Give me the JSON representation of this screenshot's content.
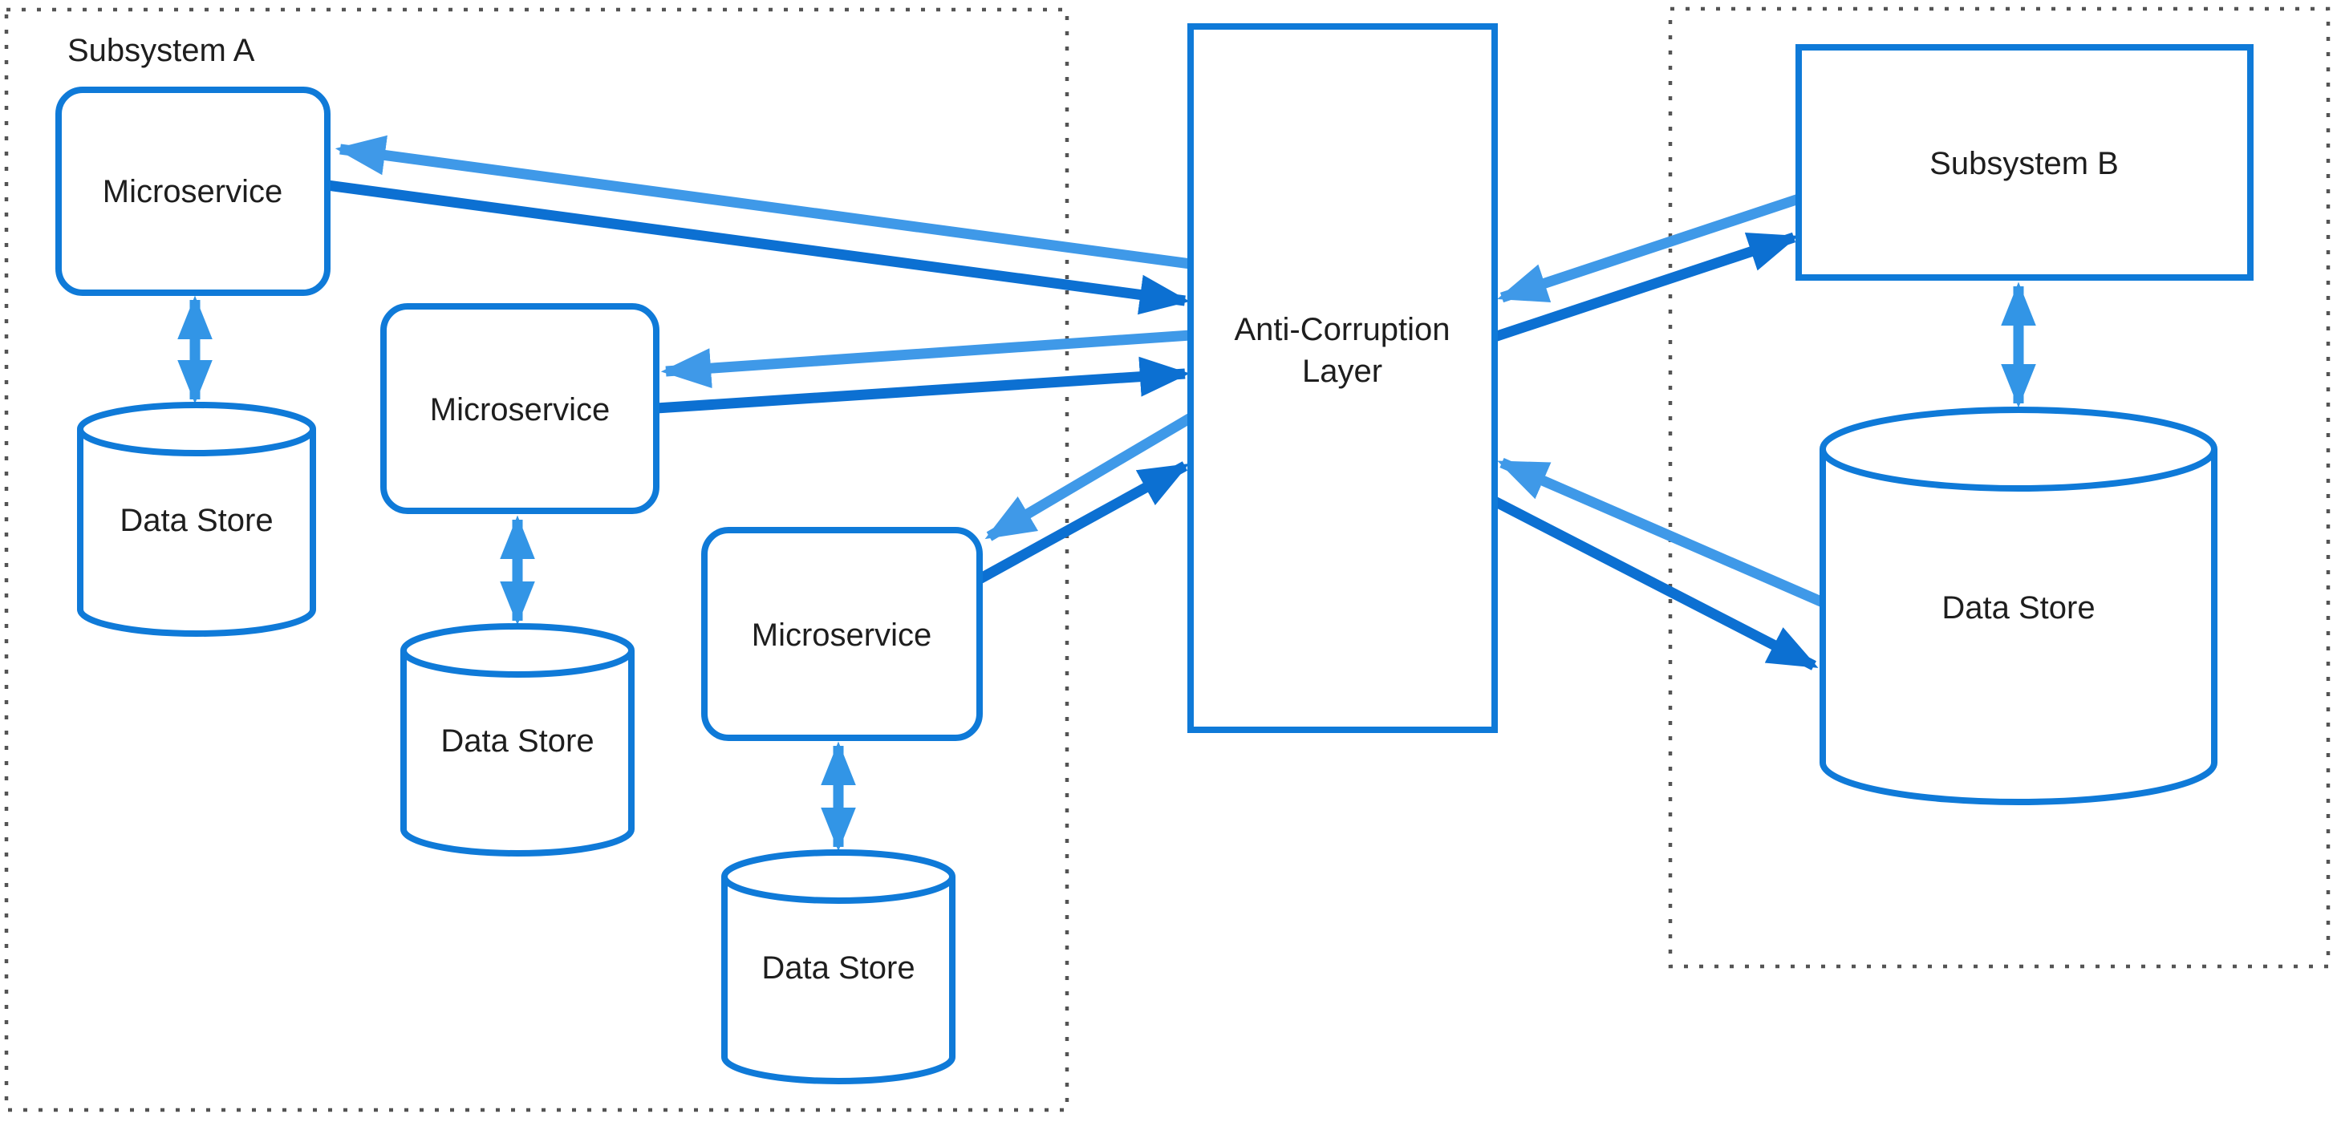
{
  "colors": {
    "shape_stroke": "#0f7ad8",
    "arrow_dark": "#0c70d2",
    "arrow_light": "#3f99e8",
    "arrow_vertical": "#3295e6",
    "container_dotted": "#545454",
    "text": "#1e1e1e",
    "background": "#ffffff"
  },
  "containers": {
    "subsystem_a": {
      "label": "Subsystem A"
    },
    "subsystem_b_boundary": {
      "label": ""
    }
  },
  "nodes": {
    "microservice_1": {
      "label": "Microservice"
    },
    "microservice_2": {
      "label": "Microservice"
    },
    "microservice_3": {
      "label": "Microservice"
    },
    "data_store_1": {
      "label": "Data Store"
    },
    "data_store_2": {
      "label": "Data Store"
    },
    "data_store_3": {
      "label": "Data Store"
    },
    "anti_corruption_layer": {
      "label_line1": "Anti-Corruption",
      "label_line2": "Layer"
    },
    "subsystem_b": {
      "label": "Subsystem B"
    },
    "data_store_b": {
      "label": "Data Store"
    }
  },
  "connections": [
    {
      "from": "anti-corruption-layer",
      "to": "microservice-1",
      "style": "light"
    },
    {
      "from": "microservice-1",
      "to": "anti-corruption-layer",
      "style": "dark"
    },
    {
      "from": "anti-corruption-layer",
      "to": "microservice-2",
      "style": "light"
    },
    {
      "from": "microservice-2",
      "to": "anti-corruption-layer",
      "style": "dark"
    },
    {
      "from": "anti-corruption-layer",
      "to": "microservice-3",
      "style": "light"
    },
    {
      "from": "microservice-3",
      "to": "anti-corruption-layer",
      "style": "dark"
    },
    {
      "from": "subsystem-b",
      "to": "anti-corruption-layer",
      "style": "light"
    },
    {
      "from": "anti-corruption-layer",
      "to": "subsystem-b",
      "style": "dark"
    },
    {
      "from": "data-store-b",
      "to": "anti-corruption-layer",
      "style": "light"
    },
    {
      "from": "anti-corruption-layer",
      "to": "data-store-b",
      "style": "dark"
    },
    {
      "between": [
        "microservice-1",
        "data-store-1"
      ],
      "style": "bidirectional"
    },
    {
      "between": [
        "microservice-2",
        "data-store-2"
      ],
      "style": "bidirectional"
    },
    {
      "between": [
        "microservice-3",
        "data-store-3"
      ],
      "style": "bidirectional"
    },
    {
      "between": [
        "subsystem-b",
        "data-store-b"
      ],
      "style": "bidirectional"
    }
  ]
}
